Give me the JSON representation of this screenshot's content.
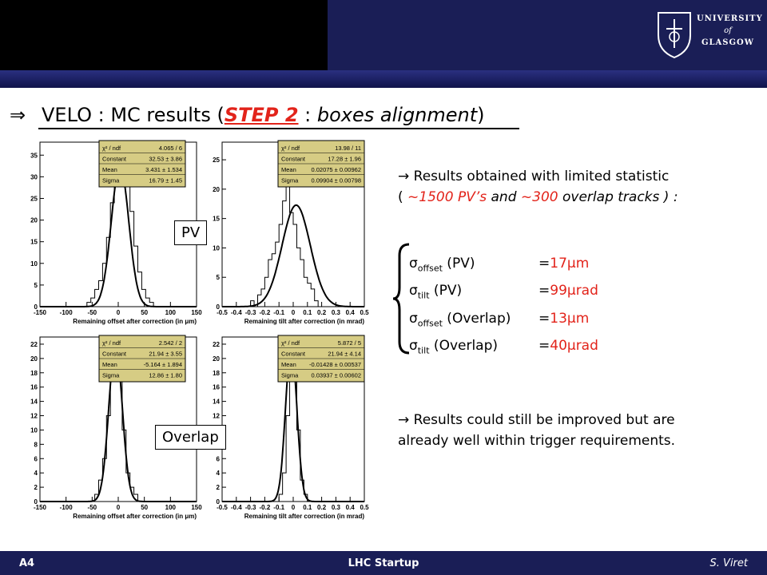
{
  "header": {
    "university_line1": "UNIVERSITY",
    "university_line2": "of",
    "university_line3": "GLASGOW"
  },
  "title": {
    "arrow": "⇒",
    "part1": "VELO : MC results (",
    "step": "STEP 2",
    "part2": " : ",
    "italic": "boxes alignment",
    "part3": ")"
  },
  "labels": {
    "pv": "PV",
    "overlap": "Overlap"
  },
  "histograms": [
    {
      "id": "pv-offset",
      "stats": [
        [
          "χ² / ndf",
          "4.065 / 6"
        ],
        [
          "Constant",
          "32.53 ± 3.86"
        ],
        [
          "Mean",
          "3.431 ± 1.534"
        ],
        [
          "Sigma",
          "16.79 ± 1.45"
        ]
      ],
      "xlabel": "Remaining offset after correction (in μm)",
      "xticks": [
        "-150",
        "-100",
        "-50",
        "0",
        "50",
        "100",
        "150"
      ],
      "xrange": [
        -150,
        150
      ],
      "yticks": [
        "0",
        "5",
        "10",
        "15",
        "20",
        "25",
        "30",
        "35"
      ],
      "ymax": 38,
      "bins": [
        0,
        0,
        0,
        0,
        0,
        0,
        0,
        0,
        0,
        0,
        0,
        0,
        1,
        2,
        4,
        6,
        10,
        16,
        24,
        30,
        35,
        33,
        28,
        22,
        14,
        8,
        4,
        2,
        1,
        0,
        0,
        0,
        0,
        0,
        0,
        0,
        0,
        0,
        0,
        0
      ],
      "fit": {
        "constant": 32.53,
        "mean": 3.431,
        "sigma": 16.79
      }
    },
    {
      "id": "pv-tilt",
      "stats": [
        [
          "χ² / ndf",
          "13.98 / 11"
        ],
        [
          "Constant",
          "17.28 ± 1.96"
        ],
        [
          "Mean",
          "0.02075 ± 0.00962"
        ],
        [
          "Sigma",
          "0.09904 ± 0.00798"
        ]
      ],
      "xlabel": "Remaining tilt after correction (in mrad)",
      "xticks": [
        "-0.5",
        "-0.4",
        "-0.3",
        "-0.2",
        "-0.1",
        "0",
        "0.1",
        "0.2",
        "0.3",
        "0.4",
        "0.5"
      ],
      "xrange": [
        -0.5,
        0.5
      ],
      "yticks": [
        "0",
        "5",
        "10",
        "15",
        "20",
        "25"
      ],
      "ymax": 28,
      "bins": [
        0,
        0,
        0,
        0,
        0,
        0,
        0,
        0,
        1,
        0,
        2,
        3,
        5,
        8,
        9,
        11,
        14,
        18,
        22,
        16,
        14,
        10,
        8,
        5,
        4,
        3,
        1,
        0,
        0,
        0,
        0,
        0,
        0,
        0,
        0,
        0,
        0,
        0,
        0,
        0
      ],
      "fit": {
        "constant": 17.28,
        "mean": 0.02075,
        "sigma": 0.09904
      }
    },
    {
      "id": "overlap-offset",
      "stats": [
        [
          "χ² / ndf",
          "2.542 / 2"
        ],
        [
          "Constant",
          "21.94 ± 3.55"
        ],
        [
          "Mean",
          "-5.164 ± 1.894"
        ],
        [
          "Sigma",
          "12.86 ± 1.80"
        ]
      ],
      "xlabel": "Remaining offset after correction (in μm)",
      "xticks": [
        "-150",
        "-100",
        "-50",
        "0",
        "50",
        "100",
        "150"
      ],
      "xrange": [
        -150,
        150
      ],
      "yticks": [
        "0",
        "2",
        "4",
        "6",
        "8",
        "10",
        "12",
        "14",
        "16",
        "18",
        "20",
        "22"
      ],
      "ymax": 23,
      "bins": [
        0,
        0,
        0,
        0,
        0,
        0,
        0,
        0,
        0,
        0,
        0,
        0,
        0,
        0,
        1,
        3,
        6,
        12,
        20,
        23,
        18,
        10,
        4,
        2,
        1,
        0,
        0,
        0,
        0,
        0,
        0,
        0,
        0,
        0,
        0,
        0,
        0,
        0,
        0,
        0
      ],
      "fit": {
        "constant": 21.94,
        "mean": -5.164,
        "sigma": 12.86
      }
    },
    {
      "id": "overlap-tilt",
      "stats": [
        [
          "χ² / ndf",
          "5.872 / 5"
        ],
        [
          "Constant",
          "21.94 ± 4.14"
        ],
        [
          "Mean",
          "-0.01428 ± 0.00537"
        ],
        [
          "Sigma",
          "0.03937 ± 0.00602"
        ]
      ],
      "xlabel": "Remaining tilt after correction (in mrad)",
      "xticks": [
        "-0.5",
        "-0.4",
        "-0.3",
        "-0.2",
        "-0.1",
        "0",
        "0.1",
        "0.2",
        "0.3",
        "0.4",
        "0.5"
      ],
      "xrange": [
        -0.5,
        0.5
      ],
      "yticks": [
        "0",
        "2",
        "4",
        "6",
        "8",
        "10",
        "12",
        "14",
        "16",
        "18",
        "20",
        "22"
      ],
      "ymax": 23,
      "bins": [
        0,
        0,
        0,
        0,
        0,
        0,
        0,
        0,
        0,
        0,
        0,
        0,
        0,
        0,
        0,
        0,
        1,
        4,
        12,
        22,
        20,
        10,
        3,
        1,
        0,
        0,
        0,
        0,
        0,
        0,
        0,
        0,
        0,
        0,
        0,
        0,
        0,
        0,
        0,
        0
      ],
      "fit": {
        "constant": 21.94,
        "mean": -0.01428,
        "sigma": 0.03937
      }
    }
  ],
  "text1": {
    "line1": "→ Results obtained with limited statistic",
    "line2_pre": "( ",
    "line2_red": "~1500 PV’s",
    "line2_mid": " and ",
    "line2_red2": "~300",
    "line2_mid2": " overlap tracks ) :"
  },
  "sigmas": [
    {
      "sym": "σ",
      "sub": "offset",
      "label": " (PV)",
      "eq": "= ",
      "val": "17μm"
    },
    {
      "sym": "σ",
      "sub": "tilt",
      "label": " (PV)",
      "eq": "= ",
      "val": "99μrad"
    },
    {
      "sym": "σ",
      "sub": "offset",
      "label": " (Overlap)",
      "eq": "= ",
      "val": "13μm"
    },
    {
      "sym": "σ",
      "sub": "tilt",
      "label": " (Overlap)",
      "eq": "= ",
      "val": "40μrad"
    }
  ],
  "text2": {
    "line1": "→ Results could still be improved but are",
    "line2": "already well within trigger requirements."
  },
  "footer": {
    "slide": "A4",
    "center": "LHC Startup",
    "author": "S. Viret"
  },
  "colors": {
    "navy": "#1a1e56",
    "red": "#e2231a",
    "stats_bg": "#d6cc84"
  }
}
